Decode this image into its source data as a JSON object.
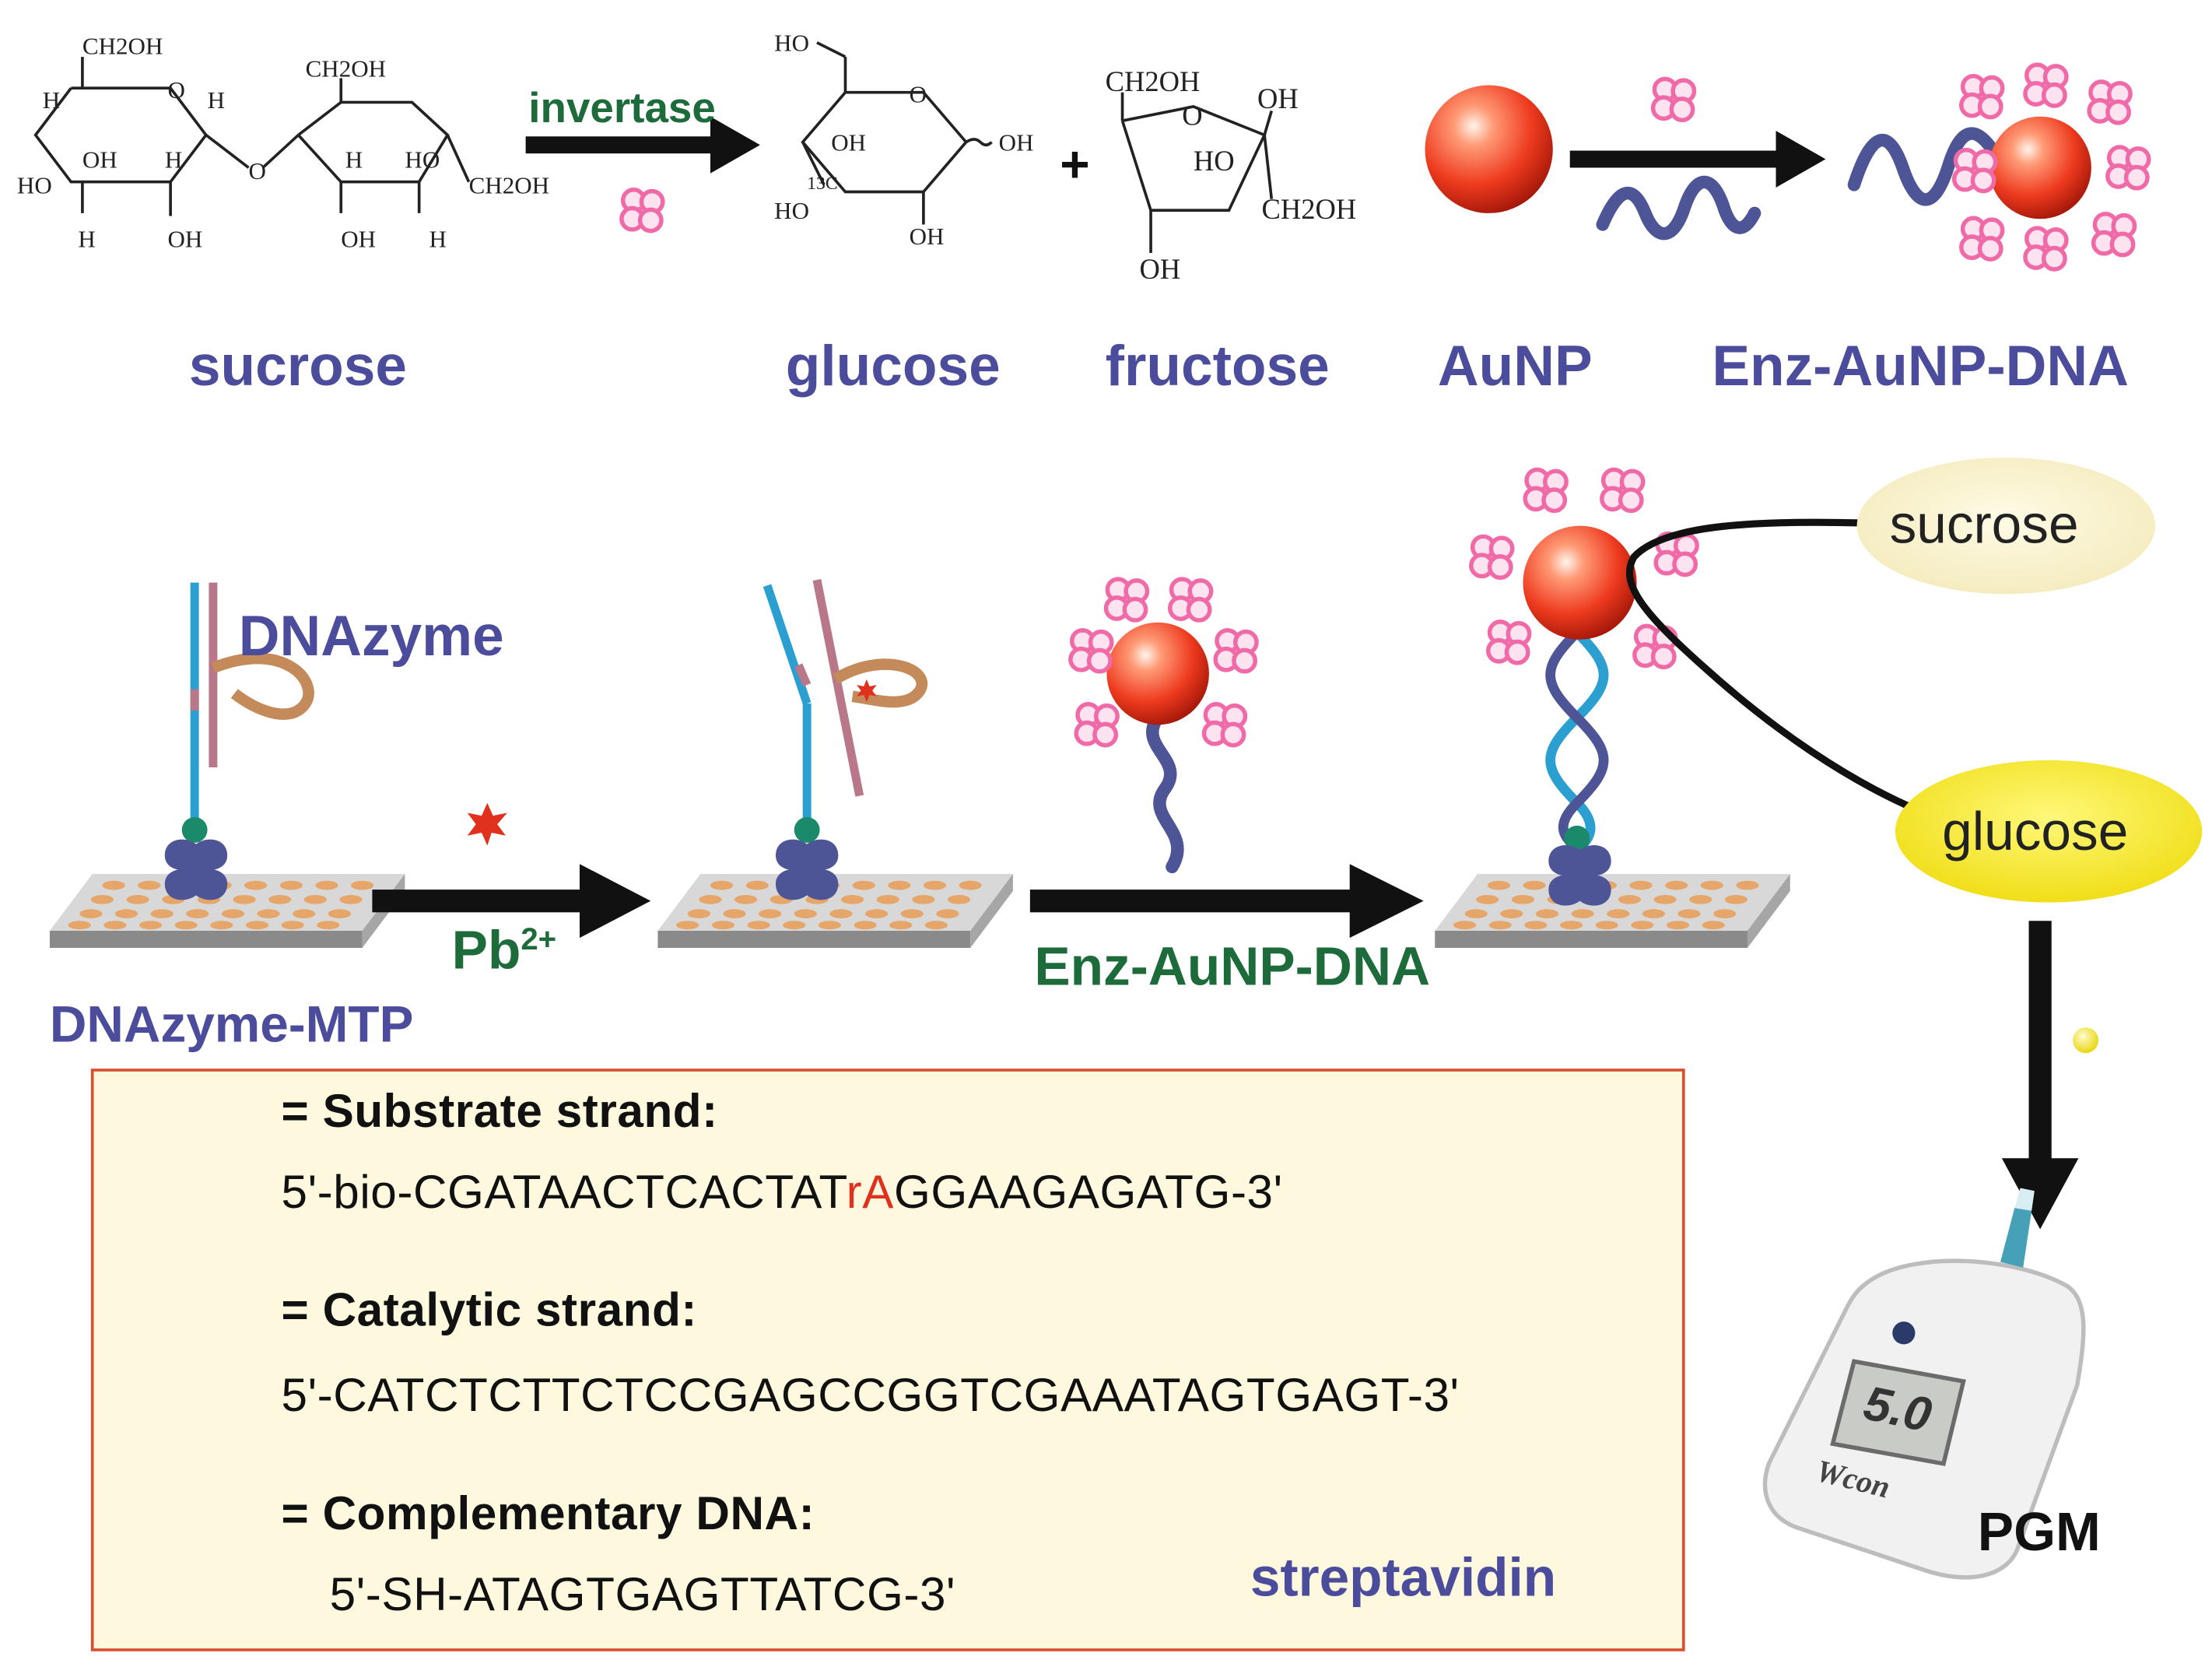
{
  "top_row": {
    "sucrose_label": "sucrose",
    "enzyme_label": "invertase",
    "glucose_label": "glucose",
    "fructose_label": "fructose",
    "plus": "+",
    "aunp_label": "AuNP",
    "conjugate_label": "Enz-AuNP-DNA"
  },
  "chemistry": {
    "sucrose": [
      "CH2OH",
      "CH2OH",
      "H",
      "O",
      "H",
      "OH",
      "H",
      "HO",
      "H",
      "OH",
      "O",
      "H",
      "HO",
      "CH2OH",
      "OH",
      "H"
    ],
    "glucose": [
      "HO",
      "O",
      "OH",
      "OH",
      "13C",
      "HO",
      "OH"
    ],
    "fructose": [
      "CH2OH",
      "OH",
      "O",
      "HO",
      "CH2OH",
      "OH"
    ]
  },
  "middle_row": {
    "dnazyme_label": "DNAzyme",
    "lead_label": "Pb",
    "lead_charge": "2+",
    "conjugate_step_label": "Enz-AuNP-DNA",
    "plate_label": "DNAzyme-MTP",
    "sucrose_bubble": "sucrose",
    "glucose_bubble": "glucose",
    "meter_label": "PGM",
    "meter_display": "5.0",
    "meter_brand": "Wcon"
  },
  "legend": {
    "substrate_title": "= Substrate strand:",
    "substrate_seq_a": "5'-bio-CGATAACTCACTAT",
    "substrate_seq_cleave": "rA",
    "substrate_seq_b": "GGAAGAGATG-3'",
    "catalytic_title": "= Catalytic strand:",
    "catalytic_seq": "5'-CATCTCTTCTCCGAGCCGGTCGAAATAGTGAGT-3'",
    "complementary_title": "= Complementary DNA:",
    "complementary_seq": "5'-SH-ATAGTGAGTTATCG-3'",
    "streptavidin_label": "streptavidin"
  },
  "colors": {
    "label_purple": "#4c4c9c",
    "label_green": "#1d6b3a",
    "cleavage_red": "#e0301e",
    "enzyme_pink": "#f06aa8",
    "aunp_red": "#ee3b1f",
    "strand_blue": "#2a9fd0",
    "strand_mauve": "#b9778a",
    "loop_tan": "#c48a5a",
    "streptavidin": "#4e5596",
    "glucose_yellow": "#f2e321",
    "sucrose_cream": "#f6efc4",
    "legend_bg": "#fdf8de",
    "legend_border": "#d85030"
  }
}
